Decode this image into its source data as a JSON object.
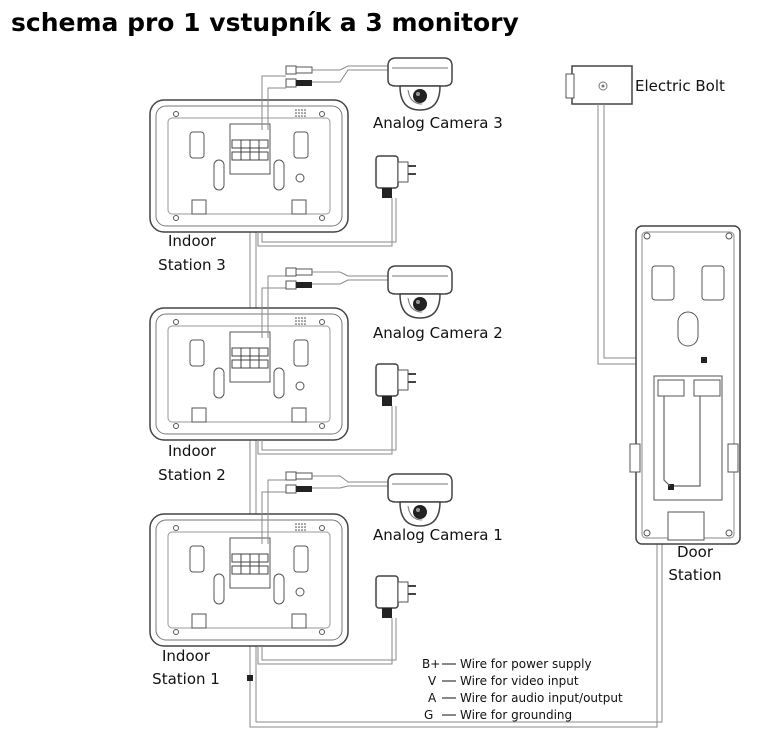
{
  "title": "schema pro 1 vstupník a 3 monitory",
  "indoor_stations": [
    {
      "line1": "Indoor",
      "line2": "Station 3"
    },
    {
      "line1": "Indoor",
      "line2": "Station 2"
    },
    {
      "line1": "Indoor",
      "line2": "Station 1"
    }
  ],
  "cameras": [
    {
      "label": "Analog Camera 3"
    },
    {
      "label": "Analog Camera 2"
    },
    {
      "label": "Analog Camera 1"
    }
  ],
  "electric_bolt": "Electric Bolt",
  "door_station": {
    "line1": "Door",
    "line2": "Station"
  },
  "legend": [
    {
      "code": "B+",
      "text": "Wire for power supply"
    },
    {
      "code": "V",
      "text": "Wire for video input"
    },
    {
      "code": "A",
      "text": "Wire for audio input/output"
    },
    {
      "code": "G",
      "text": "Wire for grounding"
    }
  ]
}
